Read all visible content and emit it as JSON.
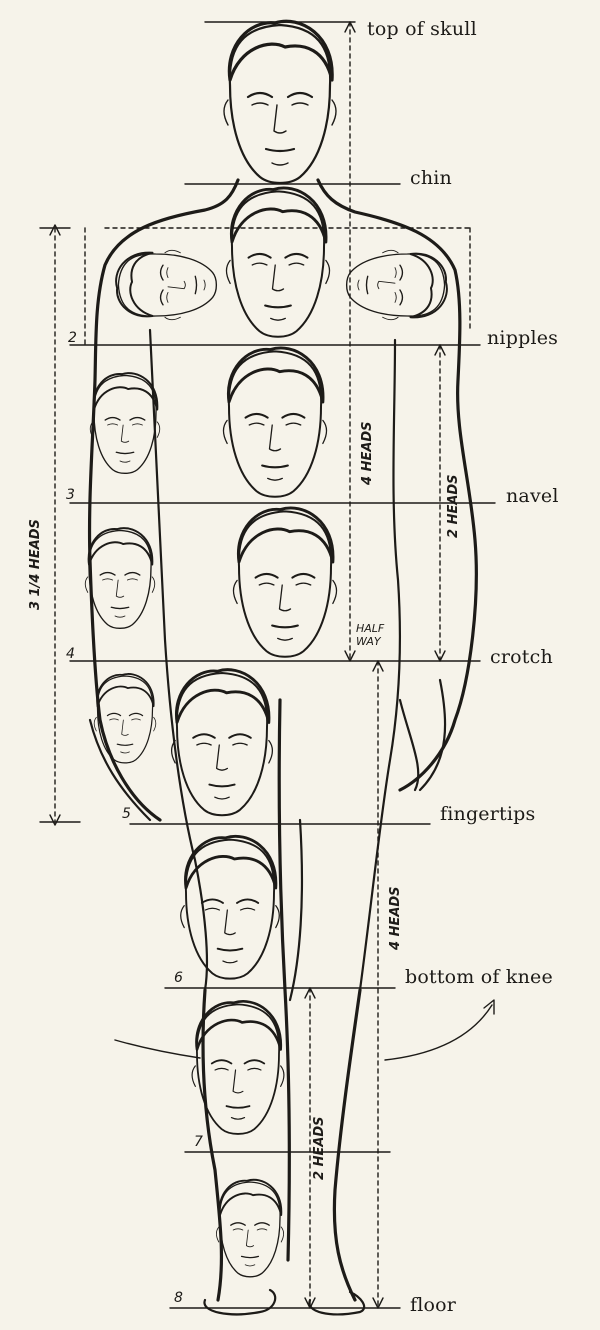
{
  "landmarks": [
    {
      "label": "top of skull"
    },
    {
      "label": "chin"
    },
    {
      "label": "nipples"
    },
    {
      "label": "navel"
    },
    {
      "label": "crotch"
    },
    {
      "label": "fingertips"
    },
    {
      "label": "bottom of knee"
    },
    {
      "label": "floor"
    }
  ],
  "head_numbers": [
    "2",
    "3",
    "4",
    "5",
    "6",
    "7",
    "8"
  ],
  "measurements": {
    "arm": "3 1/4 HEADS",
    "upper_torso": "4 HEADS",
    "mid_torso": "2 HEADS",
    "lower_leg_span": "4 HEADS",
    "shin": "2 HEADS",
    "halfway": [
      "HALF",
      "WAY"
    ]
  },
  "colors": {
    "ink": "#1d1b18",
    "paper": "#f6f3ea"
  }
}
